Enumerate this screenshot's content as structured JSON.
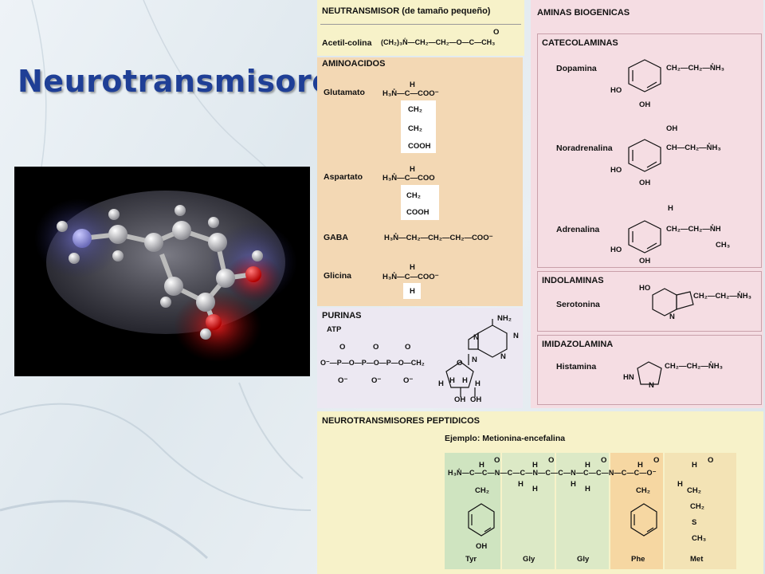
{
  "title": "Neurotransmisores",
  "colors": {
    "title": "#1f3f96",
    "cream": "#f7f2c9",
    "amino": "#f3d8b4",
    "purine": "#ece8f2",
    "biogenic": "#f5dde3",
    "peptide": "#f7f2c9",
    "tyr": "#cfe4c0",
    "gly": "#dce9c6",
    "phe": "#f6d7a2",
    "met": "#f3e3b5"
  },
  "small": {
    "header": "NEUTRANSMISOR (de tamaño pequeño)",
    "acetilcolina": {
      "name": "Acetil-colina",
      "formula": "(CH₂)₃N̊—CH₂—CH₂—O—C—CH₃",
      "o": "O"
    }
  },
  "amino": {
    "header": "AMINOACIDOS",
    "glutamato": {
      "name": "Glutamato",
      "main": "H₃N̊—C—COO⁻",
      "h": "H",
      "chain": [
        "CH₂",
        "CH₂",
        "COOH"
      ]
    },
    "aspartato": {
      "name": "Aspartato",
      "main": "H₃N̊—C—COO",
      "h": "H",
      "chain": [
        "CH₂",
        "COOH"
      ]
    },
    "gaba": {
      "name": "GABA",
      "main": "H₃N̊—CH₂—CH₂—CH₂—COO⁻"
    },
    "glicina": {
      "name": "Glicina",
      "main": "H₃N̊—C—COO⁻",
      "h_top": "H",
      "h_bottom": "H"
    }
  },
  "purinas": {
    "header": "PURINAS",
    "atp": "ATP",
    "o_top": [
      "O",
      "O",
      "O"
    ],
    "chain": "O⁻—P—O—P—O—P—O—CH₂",
    "o_bottom": [
      "O⁻",
      "O⁻",
      "O⁻"
    ],
    "nh2": "NH₂",
    "n_labels": [
      "N",
      "N",
      "N",
      "N"
    ],
    "ring_o": "O",
    "h_labels": [
      "H",
      "H",
      "H",
      "H"
    ],
    "oh": [
      "OH",
      "OH"
    ]
  },
  "biogenic": {
    "header": "AMINAS BIOGENICAS",
    "catecol_header": "CATECOLAMINAS",
    "dopamina": {
      "name": "Dopamina",
      "chain": "CH₂—CH₂—N̊H₃",
      "oh": [
        "HO",
        "OH"
      ]
    },
    "noradrenalina": {
      "name": "Noradrenalina",
      "chain": "CH—CH₂—N̊H₃",
      "oh_top": "OH",
      "oh": [
        "HO",
        "OH"
      ]
    },
    "adrenalina": {
      "name": "Adrenalina",
      "chain": "CH₂—CH₂—N̊H",
      "oh_top": "H",
      "ch3": "CH₃",
      "oh": [
        "HO",
        "OH"
      ]
    },
    "indol_header": "INDOLAMINAS",
    "serotonina": {
      "name": "Serotonina",
      "chain": "CH₂—CH₂—N̊H₃",
      "ho": "HO",
      "n": "N"
    },
    "imidazol_header": "IMIDAZOLAMINA",
    "histamina": {
      "name": "Histamina",
      "chain": "CH₂—CH₂—N̊H₃",
      "hn": "HN",
      "n": "N"
    }
  },
  "peptide": {
    "header": "NEUROTRANSMISORES PEPTIDICOS",
    "example": "Ejemplo: Metionina-encefalina",
    "backbone": "H₃N̊—C—C—N—C—C—N—C—C—N—C—C—N—C—C—O⁻",
    "residues": [
      "Tyr",
      "Gly",
      "Gly",
      "Phe",
      "Met"
    ],
    "side": {
      "tyr": [
        "CH₂",
        "OH"
      ],
      "phe": [
        "CH₂"
      ],
      "met": [
        "CH₂",
        "CH₂",
        "S",
        "CH₃"
      ]
    },
    "carbonyl_o": [
      "O",
      "O",
      "O",
      "O",
      "O"
    ],
    "h_labels": [
      "H",
      "H",
      "H",
      "H",
      "H",
      "H",
      "H",
      "H",
      "H",
      "H"
    ]
  }
}
